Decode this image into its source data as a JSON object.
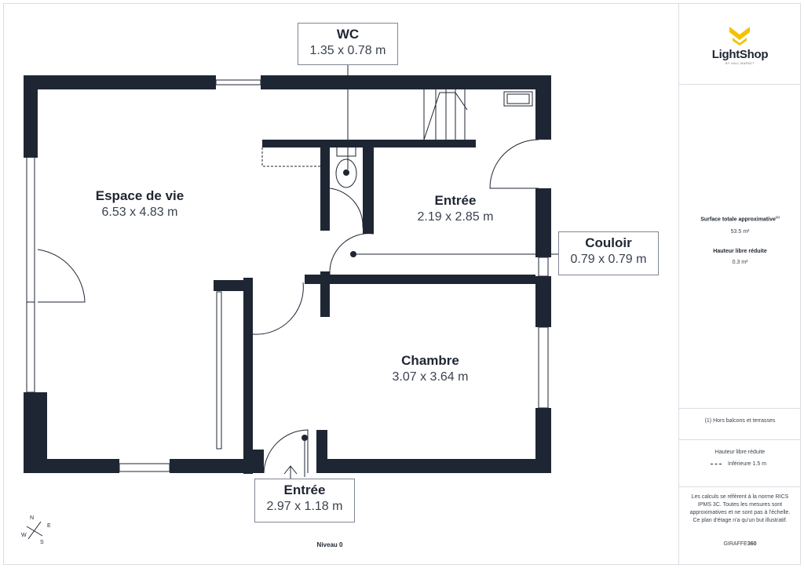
{
  "rooms": {
    "living": {
      "name": "Espace de vie",
      "dims": "6.53 x 4.83 m"
    },
    "entree_top": {
      "name": "Entrée",
      "dims": "2.19 x 2.85 m"
    },
    "chambre": {
      "name": "Chambre",
      "dims": "3.07 x 3.64 m"
    }
  },
  "callouts": {
    "wc": {
      "name": "WC",
      "dims": "1.35 x 0.78 m"
    },
    "couloir": {
      "name": "Couloir",
      "dims": "0.79 x 0.79 m"
    },
    "entree_bottom": {
      "name": "Entrée",
      "dims": "2.97 x 1.18 m"
    }
  },
  "floor_label": "Niveau 0",
  "compass": {
    "n": "N",
    "e": "E",
    "s": "S",
    "w": "W"
  },
  "sidebar": {
    "brand": "LightShop",
    "brand_sub": "BY HALL MARKET",
    "surface_label": "Surface totale approximative",
    "surface_sup": "(1)",
    "surface_value": "53.5 m²",
    "hauteur_label": "Hauteur libre réduite",
    "hauteur_value": "0.3 m²",
    "footnote": "(1) Hors balcons et terrasses",
    "legend_title": "Hauteur libre réduite",
    "legend_value": "Inférieure 1.5 m",
    "disclaimer": "Les calculs se réfèrent à la norme RICS IPMS 3C. Toutes les mesures sont approximatives et ne sont pas à l'échelle. Ce plan d'étage n'a qu'un but illustratif.",
    "footer_brand": "GIRAFFE",
    "footer_brand_bold": "360"
  },
  "colors": {
    "wall": "#1f2633",
    "accent": "#f2c300",
    "border": "#d9dde3"
  }
}
